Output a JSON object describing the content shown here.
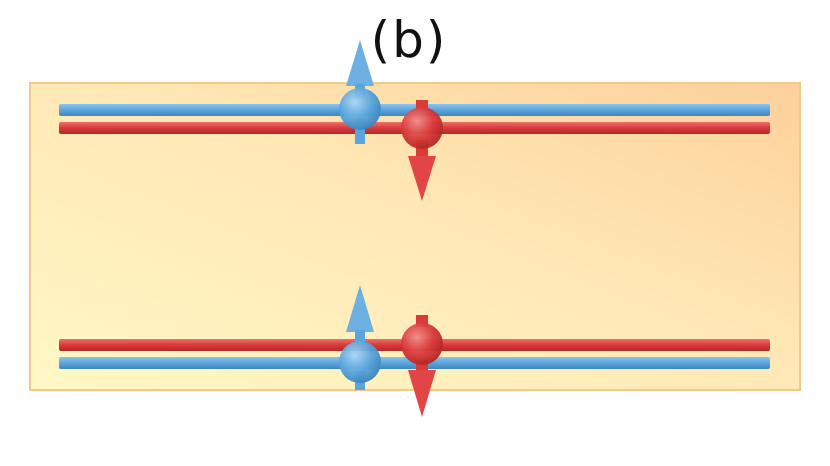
{
  "figure": {
    "label": "(b)"
  },
  "colors": {
    "spin_up": "#5aa6dc",
    "spin_down": "#d93a3a",
    "slab_light": "#fff7c9",
    "slab_dark": "#fdd39a",
    "slab_border": "#f2c98a"
  },
  "edges": [
    {
      "name": "top-edge",
      "order": [
        "spin-up",
        "spin-down"
      ],
      "spin_up_arrow": "up",
      "spin_down_arrow": "down"
    },
    {
      "name": "bottom-edge",
      "order": [
        "spin-down",
        "spin-up"
      ],
      "spin_up_arrow": "up",
      "spin_down_arrow": "down"
    }
  ],
  "icons": {
    "spin_up": "up-arrow-sphere",
    "spin_down": "down-arrow-sphere"
  }
}
